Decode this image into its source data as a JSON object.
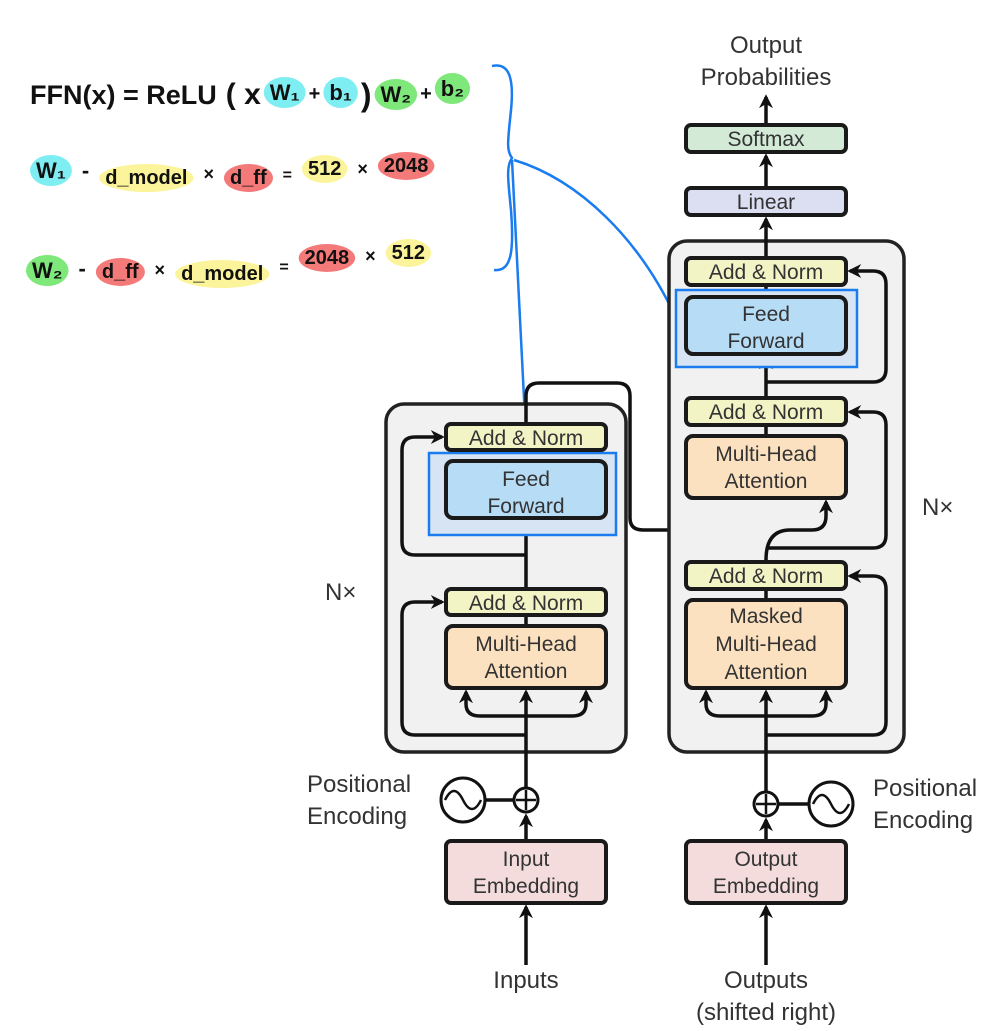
{
  "colors": {
    "add_norm": "#f2f4c6",
    "feed_forward": "#b7dcf5",
    "attention": "#fbe1bf",
    "embedding": "#f4dcdd",
    "linear": "#dcdff2",
    "softmax": "#d3ead6",
    "block_bg": "#f1f1f1",
    "annotation_blue": "#1a7cf0",
    "highlight_cyan": "#7eeef2",
    "highlight_green": "#7ee87a",
    "highlight_yellow": "#fbf49a",
    "highlight_red": "#f47a7a"
  },
  "encoder": {
    "repeat_label": "N×",
    "add_norm_top": "Add & Norm",
    "feed_forward": [
      "Feed",
      "Forward"
    ],
    "add_norm_bottom": "Add & Norm",
    "attention": [
      "Multi-Head",
      "Attention"
    ],
    "positional_encoding": [
      "Positional",
      "Encoding"
    ],
    "embedding": [
      "Input",
      "Embedding"
    ],
    "input_label": "Inputs"
  },
  "decoder": {
    "repeat_label": "N×",
    "add_norm_top": "Add & Norm",
    "feed_forward": [
      "Feed",
      "Forward"
    ],
    "add_norm_mid": "Add & Norm",
    "attention": [
      "Multi-Head",
      "Attention"
    ],
    "add_norm_bottom": "Add & Norm",
    "masked_attention": [
      "Masked",
      "Multi-Head",
      "Attention"
    ],
    "positional_encoding": [
      "Positional",
      "Encoding"
    ],
    "embedding": [
      "Output",
      "Embedding"
    ],
    "output_label": [
      "Outputs",
      "(shifted right)"
    ]
  },
  "head": {
    "linear": "Linear",
    "softmax": "Softmax",
    "output_label": [
      "Output",
      "Probabilities"
    ]
  },
  "annotation": {
    "formula": {
      "lhs": "FFN(x) = ReLU",
      "open": "( x",
      "w1": "W₁",
      "plus1": "+",
      "b1": "b₁",
      "close": ")",
      "w2": "W₂",
      "plus2": "+",
      "b2": "b₂"
    },
    "w1_line": {
      "name": "W₁",
      "dash": "-",
      "dmodel": "d_model",
      "times1": "×",
      "dff": "d_ff",
      "eq": "=",
      "v1": "512",
      "times2": "×",
      "v2": "2048"
    },
    "w2_line": {
      "name": "W₂",
      "dash": "-",
      "dff": "d_ff",
      "times1": "×",
      "dmodel": "d_model",
      "eq": "=",
      "v1": "2048",
      "times2": "×",
      "v2": "512"
    }
  }
}
